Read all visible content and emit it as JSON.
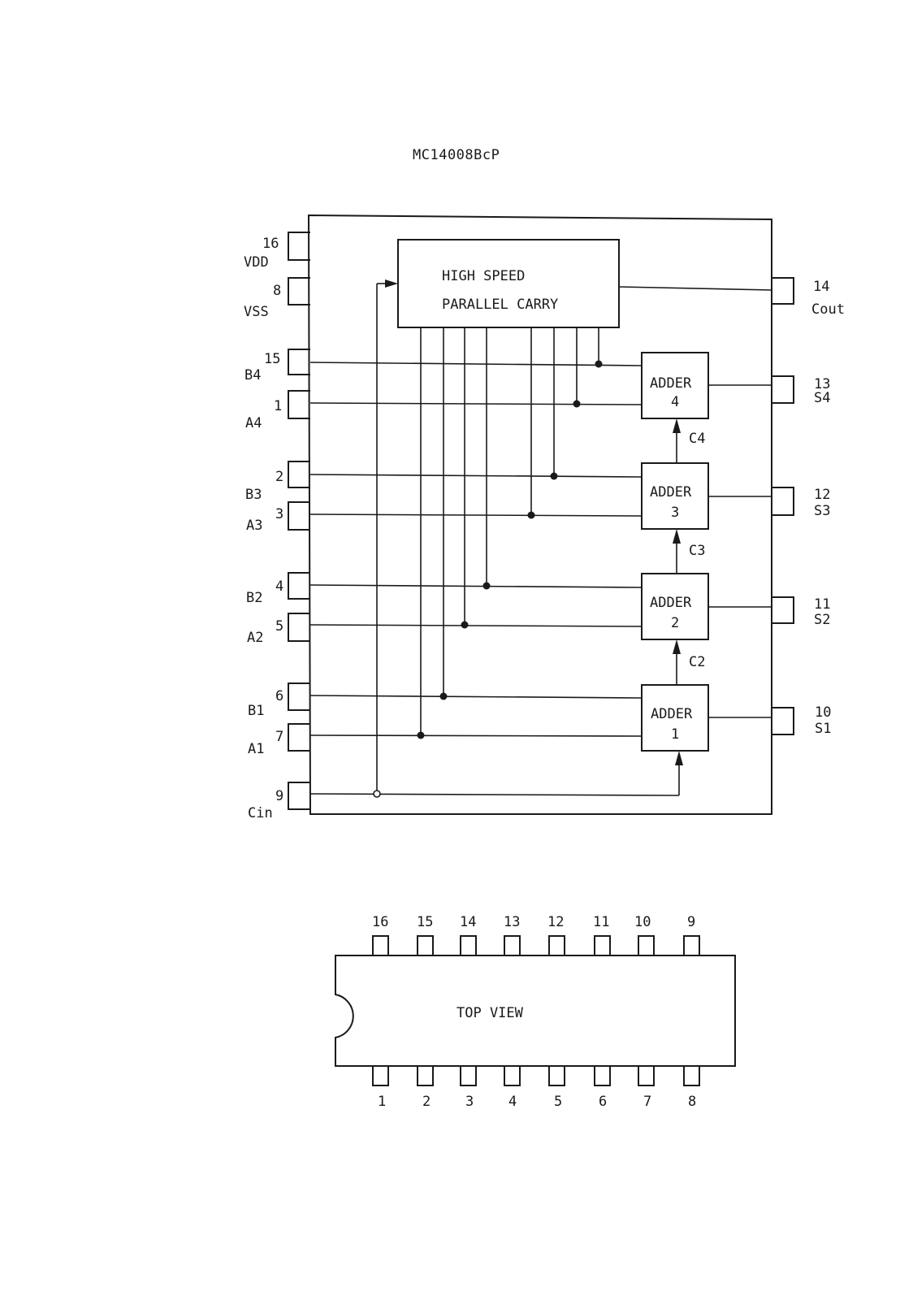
{
  "title": "MC14008BcP",
  "carry_block": {
    "line1": "HIGH SPEED",
    "line2": "PARALLEL CARRY"
  },
  "left_pins": [
    {
      "num": "16",
      "name": "VDD"
    },
    {
      "num": "8",
      "name": "VSS"
    },
    {
      "num": "15",
      "name": "B4"
    },
    {
      "num": "1",
      "name": "A4"
    },
    {
      "num": "2",
      "name": "B3"
    },
    {
      "num": "3",
      "name": "A3"
    },
    {
      "num": "4",
      "name": "B2"
    },
    {
      "num": "5",
      "name": "A2"
    },
    {
      "num": "6",
      "name": "B1"
    },
    {
      "num": "7",
      "name": "A1"
    },
    {
      "num": "9",
      "name": "Cin"
    }
  ],
  "right_pins": [
    {
      "num": "14",
      "name": "Cout"
    },
    {
      "num": "13",
      "name": "S4"
    },
    {
      "num": "12",
      "name": "S3"
    },
    {
      "num": "11",
      "name": "S2"
    },
    {
      "num": "10",
      "name": "S1"
    }
  ],
  "adders": [
    {
      "label": "ADDER",
      "index": "4"
    },
    {
      "label": "ADDER",
      "index": "3"
    },
    {
      "label": "ADDER",
      "index": "2"
    },
    {
      "label": "ADDER",
      "index": "1"
    }
  ],
  "carries": [
    "C4",
    "C3",
    "C2"
  ],
  "package": {
    "label": "TOP VIEW",
    "top_pins": [
      "16",
      "15",
      "14",
      "13",
      "12",
      "11",
      "10",
      "9"
    ],
    "bottom_pins": [
      "1",
      "2",
      "3",
      "4",
      "5",
      "6",
      "7",
      "8"
    ]
  }
}
